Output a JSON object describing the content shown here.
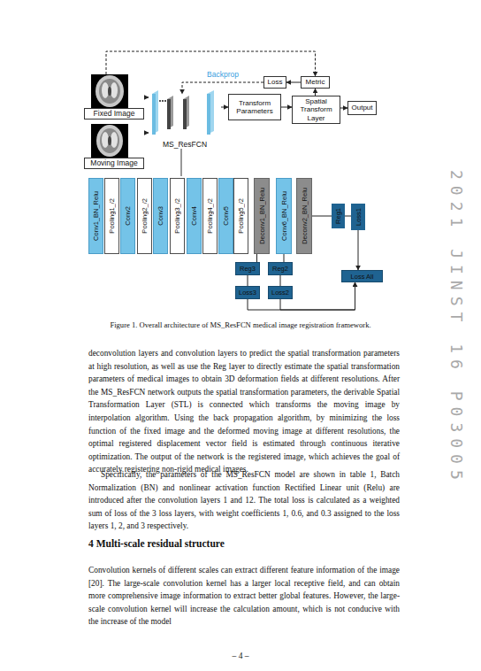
{
  "diagram": {
    "caption": "Figure 1. Overall architecture of MS_ResFCN medical image registration framework.",
    "nodes": [
      {
        "text": [
          "Fixed Image"
        ]
      },
      {
        "text": [
          "Moving Image"
        ]
      },
      {
        "text": [
          "MS_ResFCN"
        ]
      },
      {
        "text": [
          "Loss"
        ]
      },
      {
        "text": [
          "Metric"
        ]
      },
      {
        "text": [
          "Transform Parameters"
        ]
      },
      {
        "text": [
          "Spatial Transform Layer"
        ]
      },
      {
        "text": [
          "Output"
        ]
      },
      {
        "text": [
          "Conv1_BN_Relu"
        ]
      },
      {
        "text": [
          "Pooling1_/2"
        ]
      },
      {
        "text": [
          "Conv2"
        ]
      },
      {
        "text": [
          "Pooling2_/2"
        ]
      },
      {
        "text": [
          "Conv3"
        ]
      },
      {
        "text": [
          "Pooling3_/2"
        ]
      },
      {
        "text": [
          "Conv4"
        ]
      },
      {
        "text": [
          "Pooling4_/2"
        ]
      },
      {
        "text": [
          "Conv5"
        ]
      },
      {
        "text": [
          "Pooling5_/2"
        ]
      },
      {
        "text": [
          "Deconv1_BN_Relu"
        ]
      },
      {
        "text": [
          "Conv6_BN_Relu"
        ]
      },
      {
        "text": [
          "Deconv2_BN_Relu"
        ]
      },
      {
        "text": [
          "Reg1"
        ]
      },
      {
        "text": [
          "Loss1"
        ]
      },
      {
        "text": [
          "Reg3"
        ]
      },
      {
        "text": [
          "Reg2"
        ]
      },
      {
        "text": [
          "Loss3"
        ]
      },
      {
        "text": [
          "Loss2"
        ]
      },
      {
        "text": [
          "Loss All"
        ]
      }
    ],
    "edges": [
      {
        "from": 0,
        "to": 2,
        "arrow": "to"
      },
      {
        "from": 1,
        "to": 2,
        "arrow": "to"
      },
      {
        "from": 2,
        "to": 5,
        "arrow": "to"
      },
      {
        "from": 5,
        "to": 6,
        "arrow": "to"
      },
      {
        "from": 6,
        "to": 7,
        "arrow": "to"
      },
      {
        "from": 0,
        "to": 4,
        "arrow": "to"
      },
      {
        "from": 6,
        "to": 4,
        "arrow": "to"
      },
      {
        "from": 4,
        "to": 3,
        "arrow": "to"
      },
      {
        "from": 3,
        "to": 2,
        "label": "Backprop",
        "arrow": "to"
      },
      {
        "from": 20,
        "to": 21,
        "arrow": "none"
      },
      {
        "from": 21,
        "to": 22,
        "arrow": "none"
      },
      {
        "from": 22,
        "to": 27,
        "arrow": "to"
      },
      {
        "from": 18,
        "to": 23,
        "arrow": "none"
      },
      {
        "from": 19,
        "to": 24,
        "arrow": "none"
      },
      {
        "from": 23,
        "to": 25,
        "arrow": "none"
      },
      {
        "from": 24,
        "to": 26,
        "arrow": "none"
      },
      {
        "from": 25,
        "to": 27,
        "arrow": "to"
      },
      {
        "from": 26,
        "to": 27,
        "arrow": "to"
      }
    ],
    "labels": [
      "deconvolution layers and convolution layers to predict the spatial transformation parameters at high resolution, as well as use the Reg layer to directly estimate the spatial transformation parameters of medical images to obtain 3D deformation fields at different resolutions. After the MS_ResFCN network outputs the spatial transformation parameters, the derivable Spatial Transformation Layer (STL) is connected which transforms the moving image by interpolation algorithm. Using the back propagation algorithm, by minimizing the loss function of the fixed image and the deformed moving image at different resolutions, the optimal registered displacement vector field is estimated through continuous iterative optimization. The output of the network is the registered image, which achieves the goal of accurately registering non-rigid medical images.",
      "Specifically, the parameters of the MS_ResFCN model are shown in table 1, Batch Normalization (BN) and nonlinear activation function Rectified Linear unit (Relu) are introduced after the convolution layers 1 and 12. The total loss is calculated as a weighted sum of loss of the 3 loss layers, with weight coefficients 1, 0.6, and 0.3 assigned to the loss layers 1, 2, and 3 respectively.",
      "4 Multi-scale residual structure",
      "Convolution kernels of different scales can extract different feature information of the image [20]. The large-scale convolution kernel has a larger local receptive field, and can obtain more comprehensive image information to extract better global features. However, the large-scale convolution kernel will increase the calculation amount, which is not conducive with the increase of the model",
      "– 4 –",
      "2021 JINST 16 P03005"
    ]
  }
}
